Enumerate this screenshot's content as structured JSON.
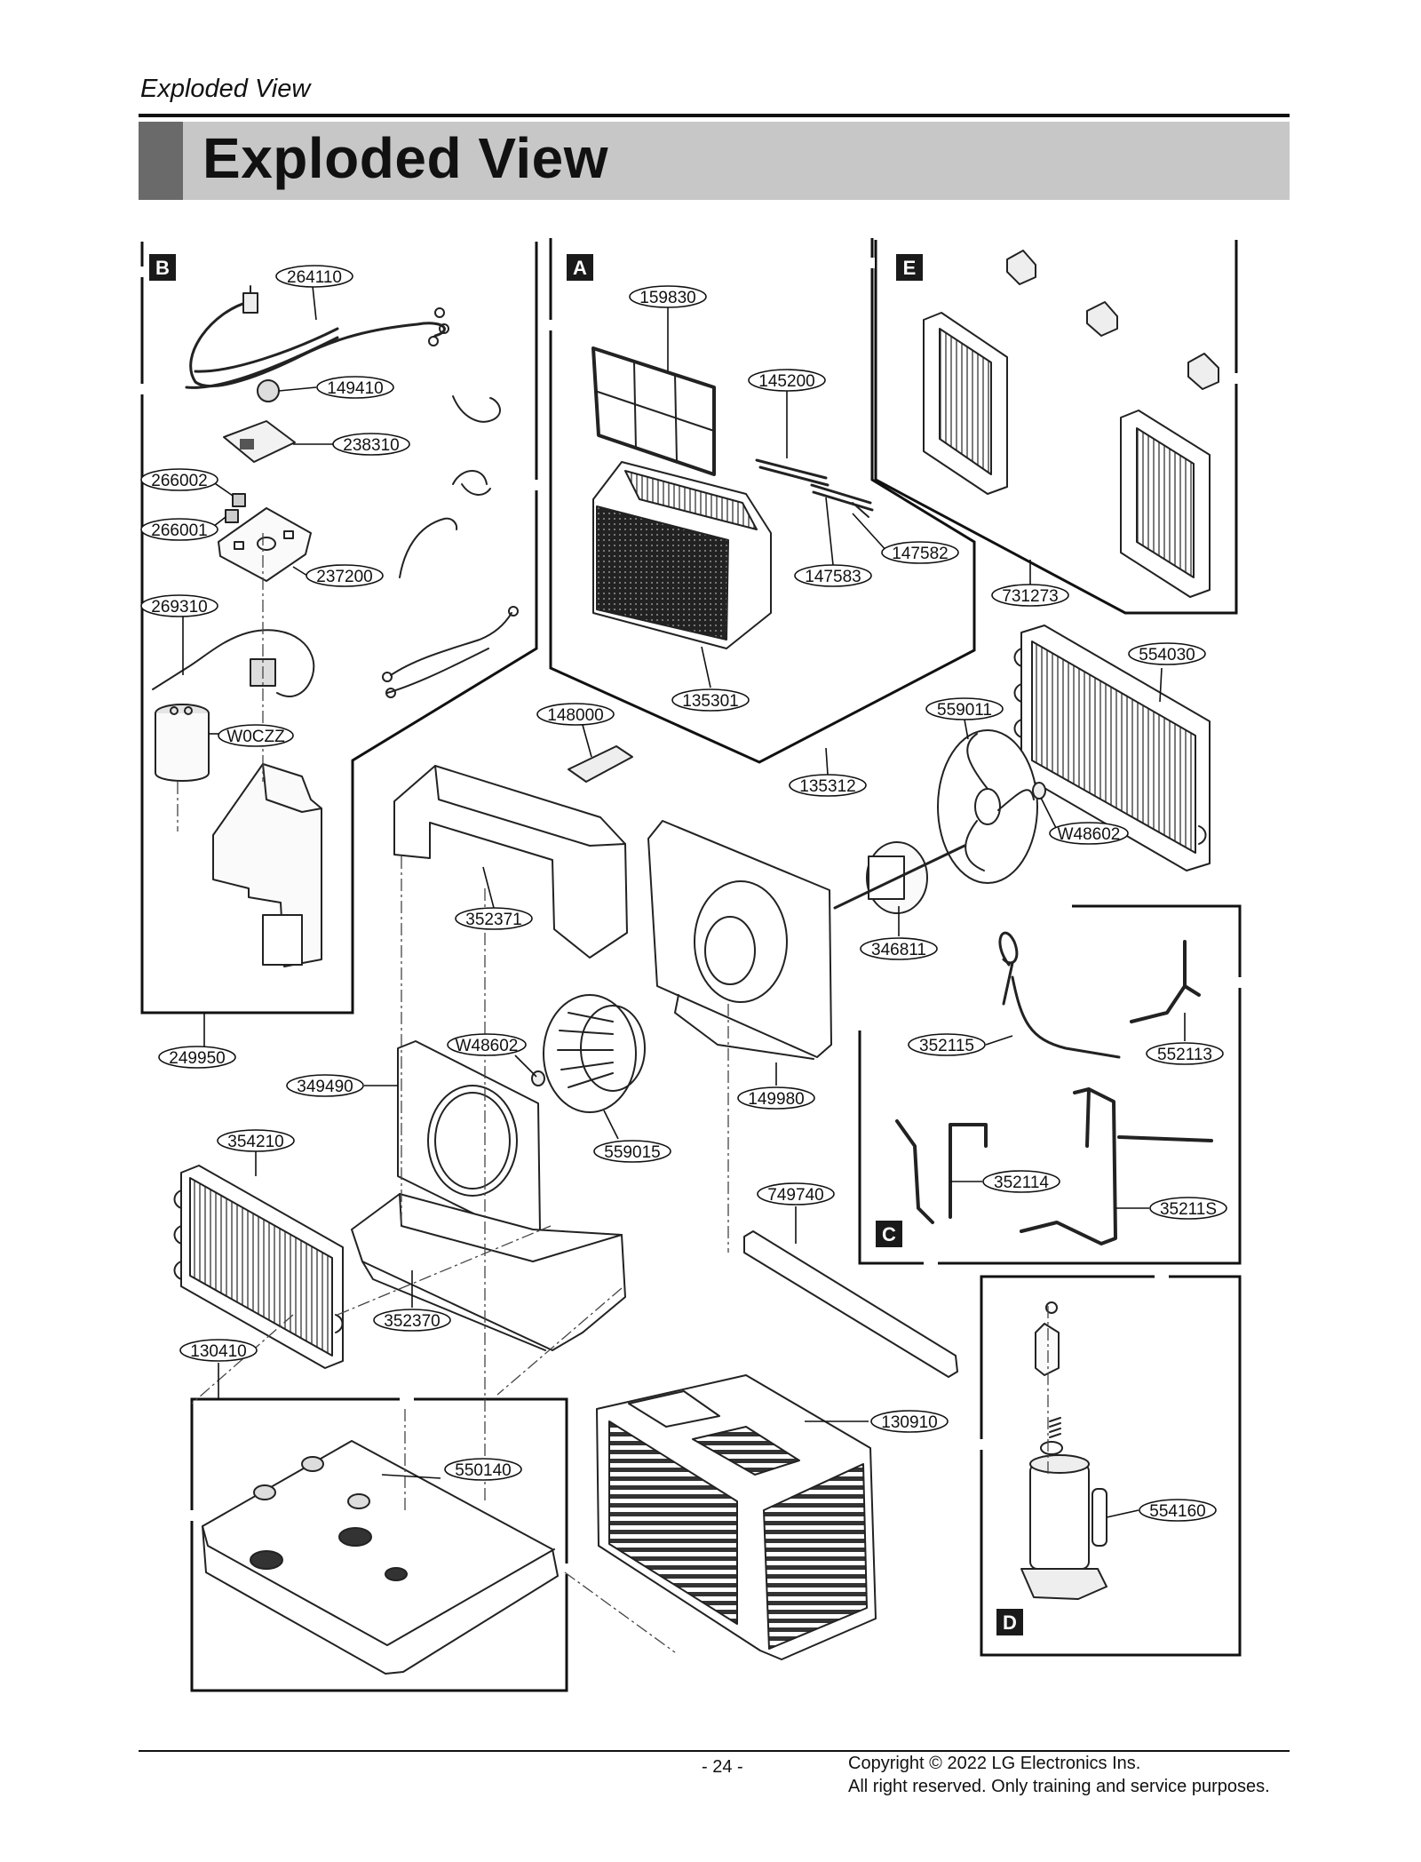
{
  "header": {
    "running_title": "Exploded View",
    "section_title": "Exploded View"
  },
  "sections": [
    "A",
    "B",
    "C",
    "D",
    "E"
  ],
  "parts": {
    "p264110": "264110",
    "p149410": "149410",
    "p238310": "238310",
    "p266002": "266002",
    "p266001": "266001",
    "p237200": "237200",
    "p269310": "269310",
    "pW0CZZ": "W0CZZ",
    "p249950": "249950",
    "p159830": "159830",
    "p145200": "145200",
    "p147582": "147582",
    "p147583": "147583",
    "p135301": "135301",
    "p135312": "135312",
    "p731273": "731273",
    "p554030": "554030",
    "p148000": "148000",
    "p559011": "559011",
    "pW48602a": "W48602",
    "p352371": "352371",
    "p346811": "346811",
    "p349490": "349490",
    "pW48602b": "W48602",
    "p149980": "149980",
    "p354210": "354210",
    "p559015": "559015",
    "p749740": "749740",
    "p352370": "352370",
    "p130410": "130410",
    "p550140": "550140",
    "p130910": "130910",
    "p352115": "352115",
    "p552113": "552113",
    "p352114": "352114",
    "p35211S": "35211S",
    "p554160": "554160"
  },
  "footer": {
    "page": "- 24 -",
    "copyright_line1": "Copyright © 2022 LG Electronics Ins.",
    "copyright_line2": "All right reserved. Only training and service purposes."
  }
}
